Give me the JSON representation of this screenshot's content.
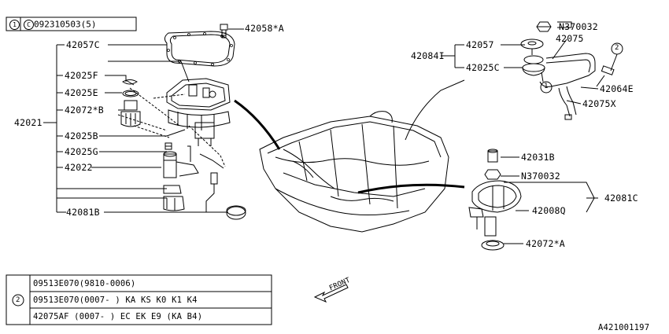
{
  "header_box": {
    "ref": "1",
    "code_prefix": "C",
    "code": "092310503(5)"
  },
  "labels": {
    "p42058A": "42058*A",
    "p42057C": "42057C",
    "p42025F": "42025F",
    "p42025E": "42025E",
    "p42072B": "42072*B",
    "p42021": "42021",
    "p42025B": "42025B",
    "p42025G": "42025G",
    "p42022": "42022",
    "p42081B": "42081B",
    "pN370032_top": "N370032",
    "p42057": "42057",
    "p42075": "42075",
    "p42084I": "42084I",
    "p42025C": "42025C",
    "p42064E": "42064E",
    "p42075X": "42075X",
    "p42031B": "42031B",
    "pN370032_low": "N370032",
    "p42081C": "42081C",
    "p42008Q": "42008Q",
    "p42072A": "42072*A",
    "ref_circle_1": "1",
    "ref_circle_2": "2",
    "front": "FRONT",
    "figure_id": "A421001197"
  },
  "parts_table": {
    "ref": "2",
    "rows": [
      "09513E070(9810-0006)",
      "09513E070(0007-    ) KA KS K0 K1 K4",
      "42075AF  (0007-    ) EC EK E9 (KA B4)"
    ]
  }
}
